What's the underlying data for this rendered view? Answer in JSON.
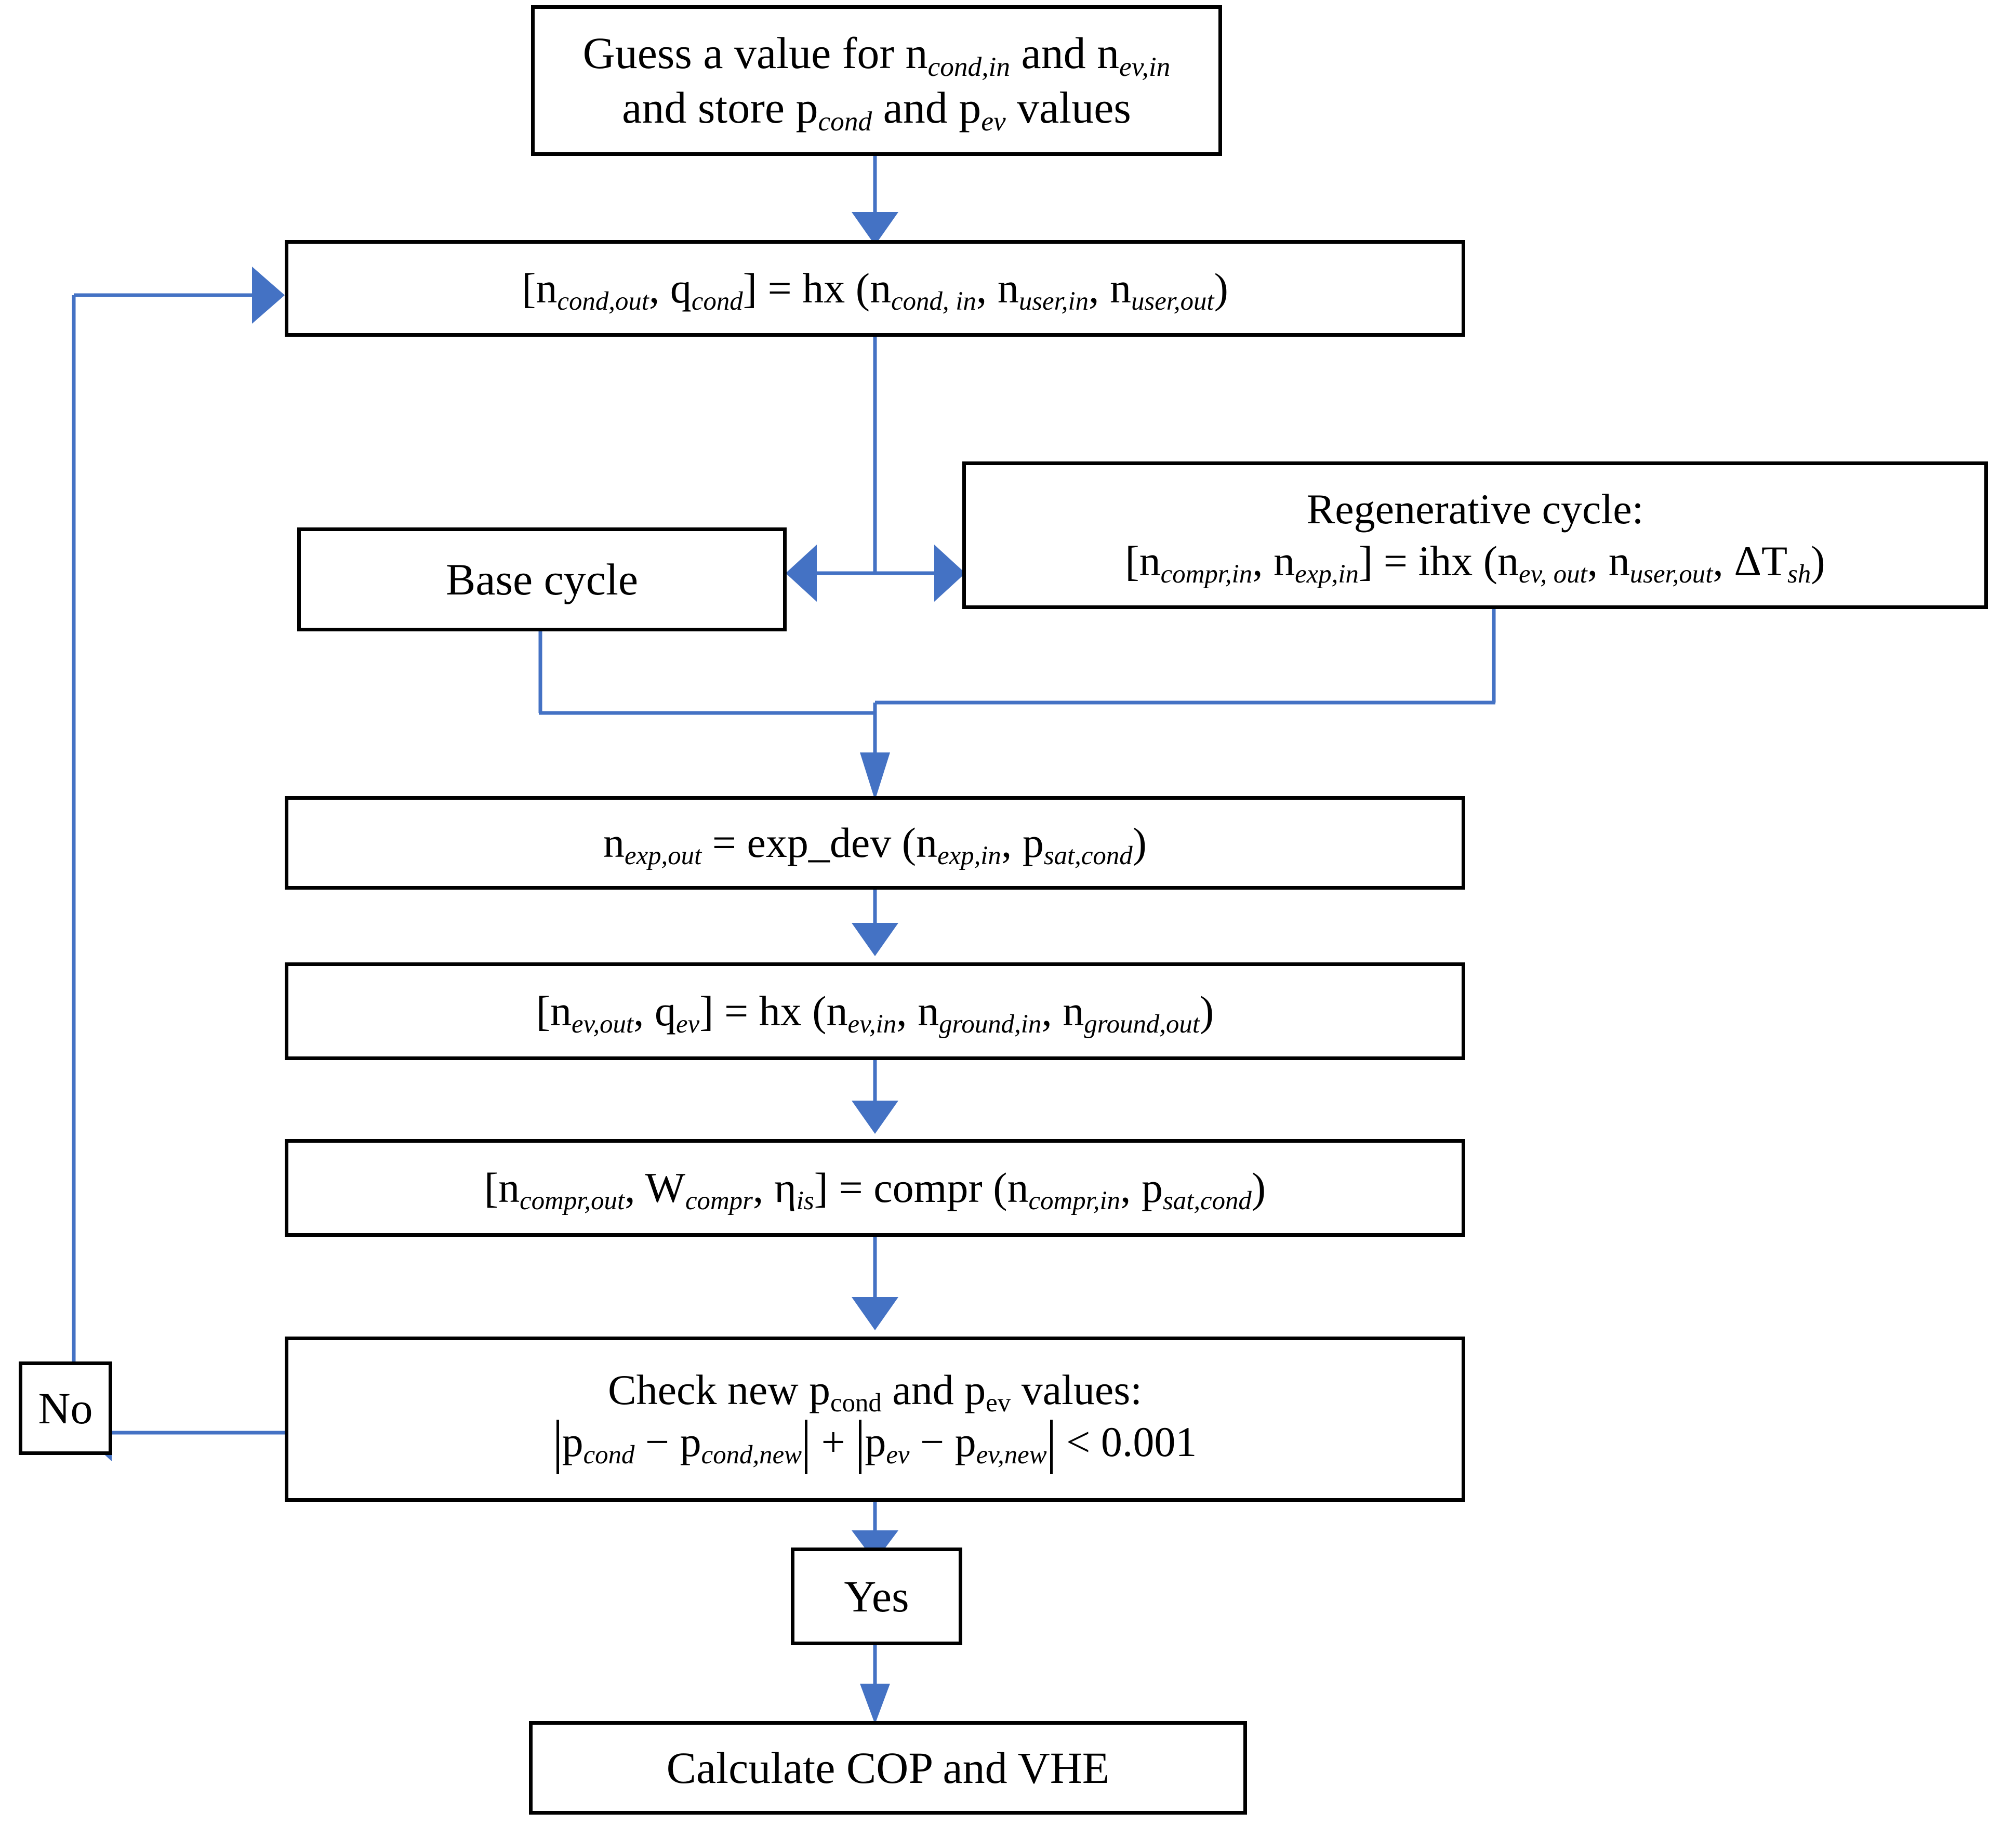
{
  "diagram": {
    "title": "Heat pump cycle iterative solution flowchart",
    "accent_color": "#4472c4",
    "box_border_color": "#000000",
    "background_color": "#ffffff"
  },
  "nodes": {
    "guess": {
      "name": "guess-initial-values",
      "line1_a": "Guess a value for n",
      "line1_sub1": "cond,in",
      "line1_b": " and n",
      "line1_sub2": "ev,in",
      "line2_a": "and store p",
      "line2_sub1": "cond",
      "line2_b": " and p",
      "line2_sub2": "ev",
      "line2_c": " values"
    },
    "condenser_hx": {
      "name": "condenser-heat-exchanger",
      "t1": "[n",
      "s1": "cond,out",
      "t2": ", q",
      "s2": "cond",
      "t3": "] = hx (n",
      "s3": "cond, in",
      "t4": ", n",
      "s4": "user,in",
      "t5": ", n",
      "s5": "user,out",
      "t6": ")"
    },
    "base_cycle": {
      "name": "base-cycle",
      "label": "Base cycle"
    },
    "regenerative_cycle": {
      "name": "regenerative-cycle",
      "heading": "Regenerative cycle:",
      "t1": "[n",
      "s1": "compr,in",
      "t2": ", n",
      "s2": "exp,in",
      "t3": "] = ihx (n",
      "s3": "ev, out",
      "t4": ", n",
      "s4": "user,out",
      "t5": ", ΔT",
      "s5": "sh",
      "t6": ")"
    },
    "expansion_device": {
      "name": "expansion-device",
      "t1": "n",
      "s1": "exp,out",
      "t2": " = exp_dev (n",
      "s2": "exp,in",
      "t3": ", p",
      "s3": "sat,cond",
      "t4": ")"
    },
    "evaporator_hx": {
      "name": "evaporator-heat-exchanger",
      "t1": "[n",
      "s1": "ev,out",
      "t2": ", q",
      "s2": "ev",
      "t3": "] = hx (n",
      "s3": "ev,in",
      "t4": ", n",
      "s4": "ground,in",
      "t5": ", n",
      "s5": "ground,out",
      "t6": ")"
    },
    "compressor": {
      "name": "compressor",
      "t1": "[n",
      "s1": "compr,out",
      "t2": ", W",
      "s2": "compr",
      "t3": ", η",
      "s3": "is",
      "t4": "] = compr (n",
      "s4": "compr,in",
      "t5": ", p",
      "s5": "sat,cond",
      "t6": ")"
    },
    "check": {
      "name": "convergence-check",
      "h1": "Check new p",
      "h_s1": "cond",
      "h2": " and p",
      "h_s2": "ev",
      "h3": " values:",
      "e1": "p",
      "e_s1": "cond",
      "e2": " − p",
      "e_s2": "cond,new",
      "e3": " + ",
      "e4": "p",
      "e_s3": "ev",
      "e5": " − p",
      "e_s4": "ev,new",
      "e6": " < 0.001"
    },
    "no": {
      "name": "no-branch",
      "label": "No"
    },
    "yes": {
      "name": "yes-branch",
      "label": "Yes"
    },
    "result": {
      "name": "calculate-results",
      "label": "Calculate COP and VHE"
    }
  },
  "connectors": [
    {
      "name": "guess-to-condenser",
      "from": "guess",
      "to": "condenser_hx",
      "arrow": "down"
    },
    {
      "name": "condenser-to-cycle-split",
      "from": "condenser_hx",
      "to": "cycle-split",
      "arrow": "both-horizontal"
    },
    {
      "name": "base-cycle-to-expansion",
      "from": "base_cycle",
      "to": "expansion_device",
      "arrow": "down"
    },
    {
      "name": "regenerative-to-expansion",
      "from": "regenerative_cycle",
      "to": "expansion_device",
      "arrow": "down"
    },
    {
      "name": "expansion-to-evaporator",
      "from": "expansion_device",
      "to": "evaporator_hx",
      "arrow": "down"
    },
    {
      "name": "evaporator-to-compressor",
      "from": "evaporator_hx",
      "to": "compressor",
      "arrow": "down"
    },
    {
      "name": "compressor-to-check",
      "from": "compressor",
      "to": "check",
      "arrow": "down"
    },
    {
      "name": "check-to-no",
      "from": "check",
      "to": "no",
      "arrow": "left"
    },
    {
      "name": "no-to-condenser-feedback",
      "from": "no",
      "to": "condenser_hx",
      "arrow": "right"
    },
    {
      "name": "check-to-yes",
      "from": "check",
      "to": "yes",
      "arrow": "down"
    },
    {
      "name": "yes-to-result",
      "from": "yes",
      "to": "result",
      "arrow": "down"
    }
  ]
}
